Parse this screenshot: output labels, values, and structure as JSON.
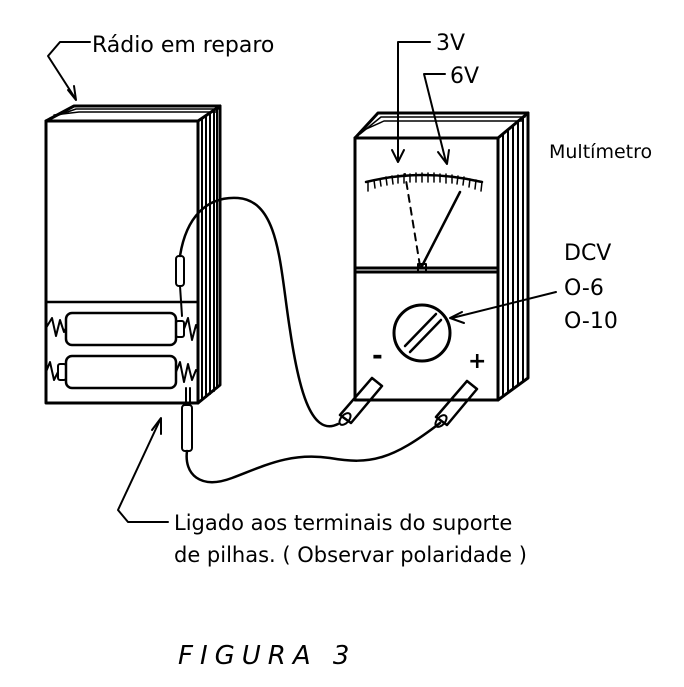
{
  "labels": {
    "radio": "Rádio em reparo",
    "multimeter": "Multímetro",
    "scale_3v": "3V",
    "scale_6v": "6V",
    "dcv": "DCV",
    "range_1": "O-6",
    "range_2": "O-10",
    "minus": "-",
    "plus": "+",
    "note_line_1": "Ligado aos terminais do suporte",
    "note_line_2": "de pilhas. ( Observar polaridade )",
    "figure_caption": "FIGURA 3"
  },
  "colors": {
    "ink": "#000000",
    "paper": "#ffffff"
  }
}
